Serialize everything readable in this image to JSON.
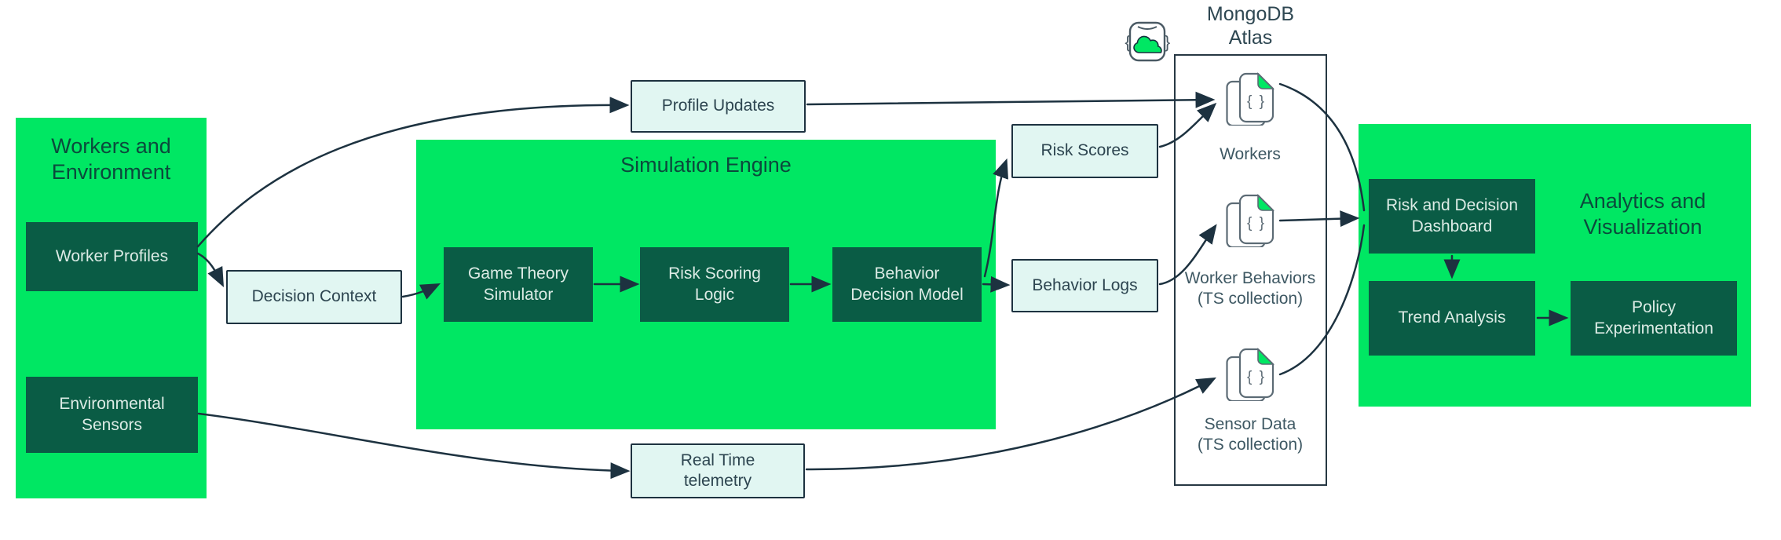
{
  "left_panel": {
    "title": "Workers and\nEnvironment",
    "worker_profiles": "Worker Profiles",
    "environmental_sensors": "Environmental\nSensors"
  },
  "nodes": {
    "decision_context": "Decision Context",
    "profile_updates": "Profile Updates",
    "risk_scores": "Risk Scores",
    "behavior_logs": "Behavior Logs",
    "real_time_telemetry": "Real Time\ntelemetry"
  },
  "simulation_engine": {
    "title": "Simulation Engine",
    "game_theory": "Game Theory\nSimulator",
    "risk_scoring": "Risk Scoring\nLogic",
    "behavior_model": "Behavior\nDecision Model"
  },
  "atlas": {
    "title": "MongoDB\nAtlas",
    "collections": {
      "workers": "Workers",
      "worker_behaviors": "Worker Behaviors\n(TS collection)",
      "sensor_data": "Sensor Data\n(TS collection)"
    }
  },
  "analytics": {
    "title": "Analytics and\nVisualization",
    "dashboard": "Risk and Decision\nDashboard",
    "trend": "Trend Analysis",
    "policy": "Policy\nExperimentation"
  },
  "icons": {
    "atlas_cloud": "atlas-cloud-icon",
    "collection_document": "json-collection-icon"
  },
  "palette": {
    "bright_green": "#00e763",
    "dark_green": "#0a5c45",
    "title_green": "#0b4a3c",
    "light_box": "#e1f6f2",
    "line": "#1d3240",
    "light_text": "#dcebe5",
    "label_slate": "#3e5863",
    "icon_outline": "#5c6b75"
  }
}
